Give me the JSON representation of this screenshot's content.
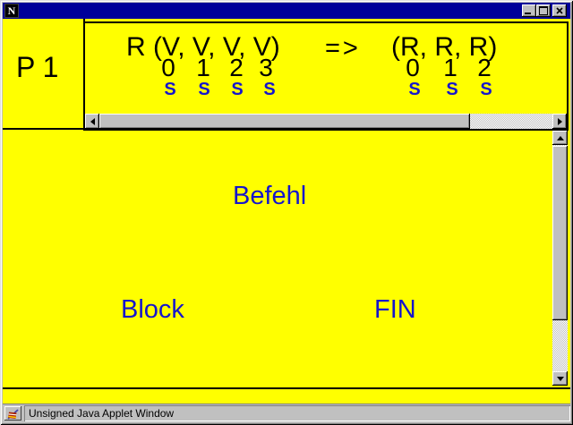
{
  "colors": {
    "applet_background": "#ffff00",
    "accent_blue": "#1515cd",
    "titlebar_blue": "#000099",
    "chrome_gray": "#c0c0c0",
    "text_black": "#000000"
  },
  "titlebar": {
    "icon_letter": "N"
  },
  "header": {
    "process": "P 1",
    "signature": "R (V, V, V, V)",
    "arrow": "=>",
    "result": "(R, R, R)",
    "arg_indices": [
      "0",
      "1",
      "2",
      "3"
    ],
    "arg_stacks": [
      "S",
      "S",
      "S",
      "S"
    ],
    "result_indices": [
      "0",
      "1",
      "2"
    ],
    "result_stacks": [
      "S",
      "S",
      "S"
    ]
  },
  "main": {
    "befehl": "Befehl",
    "block": "Block",
    "fin": "FIN"
  },
  "statusbar": {
    "text": "Unsigned Java Applet Window"
  }
}
